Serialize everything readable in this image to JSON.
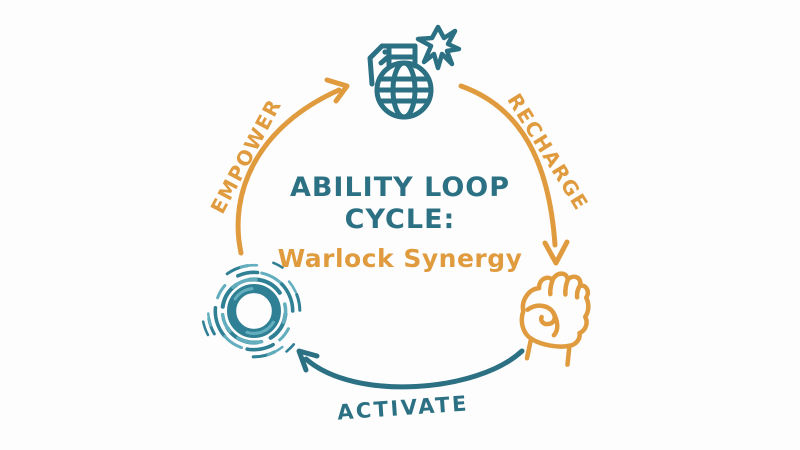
{
  "diagram": {
    "title": {
      "line1": "ABILITY LOOP",
      "line2": "CYCLE:",
      "subtitle": "Warlock Synergy"
    },
    "arrows": [
      {
        "id": "empower",
        "label": "EMPOWER",
        "from": "vortex",
        "to": "grenade",
        "color": "#DF9B3E",
        "direction": "clockwise"
      },
      {
        "id": "recharge",
        "label": "RECHARGE",
        "from": "grenade",
        "to": "fist",
        "color": "#DF9B3E",
        "direction": "clockwise"
      },
      {
        "id": "activate",
        "label": "ACTIVATE",
        "from": "fist",
        "to": "vortex",
        "color": "#2C7183",
        "direction": "clockwise"
      }
    ],
    "icons": [
      {
        "name": "grenade-icon",
        "position": "top",
        "color": "#2C7183"
      },
      {
        "name": "fist-icon",
        "position": "bottom-right",
        "color": "#DF9B3E"
      },
      {
        "name": "vortex-icon",
        "position": "bottom-left",
        "color": "#2F8094"
      }
    ],
    "colors": {
      "teal": "#2C7183",
      "orange": "#DF9B3E",
      "teal_light": "#63AEBE",
      "background": "#FDFDFE"
    }
  }
}
